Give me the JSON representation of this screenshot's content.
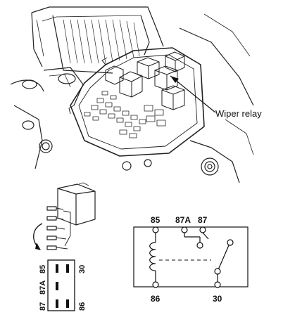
{
  "engine_bay": {
    "callout_label": "Wiper relay"
  },
  "relay_pinout": {
    "left_column": [
      "87",
      "87A",
      "85"
    ],
    "right_column": [
      "86",
      "30"
    ]
  },
  "relay_circuit": {
    "top_terminals": [
      "85",
      "87A",
      "87"
    ],
    "bottom_terminals": [
      "86",
      "30"
    ]
  }
}
